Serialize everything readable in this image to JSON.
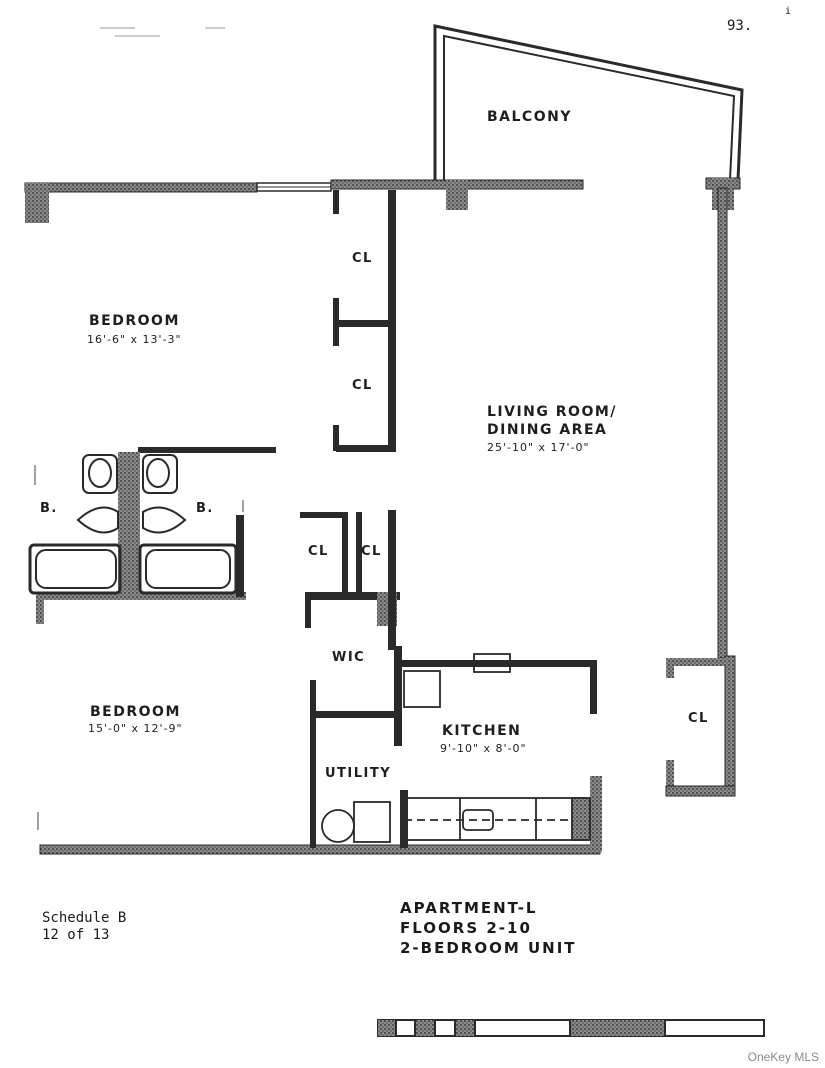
{
  "page_number": "93.",
  "corner_mark": "i",
  "rooms": {
    "balcony": {
      "label": "BALCONY"
    },
    "bedroom_1": {
      "label": "BEDROOM",
      "dims": "16'-6\" x 13'-3\""
    },
    "bedroom_2": {
      "label": "BEDROOM",
      "dims": "15'-0\" x 12'-9\""
    },
    "living_dining": {
      "label_line1": "LIVING ROOM/",
      "label_line2": "DINING AREA",
      "dims": "25'-10\" x 17'-0\""
    },
    "kitchen": {
      "label": "KITCHEN",
      "dims": "9'-10\" x 8'-0\""
    },
    "closet_label": "CL",
    "wic": "WIC",
    "utility": "UTILITY",
    "bath_label": "B."
  },
  "schedule": {
    "line1": "Schedule B",
    "line2": "12 of 13"
  },
  "unit": {
    "line1": "APARTMENT-L",
    "line2": "FLOORS 2-10",
    "line3": "2-BEDROOM UNIT"
  },
  "watermark": "OneKey MLS",
  "colors": {
    "wall": "#2a2a2a",
    "wall_fill": "#6f6f6f",
    "ink": "#1e1e1e"
  }
}
